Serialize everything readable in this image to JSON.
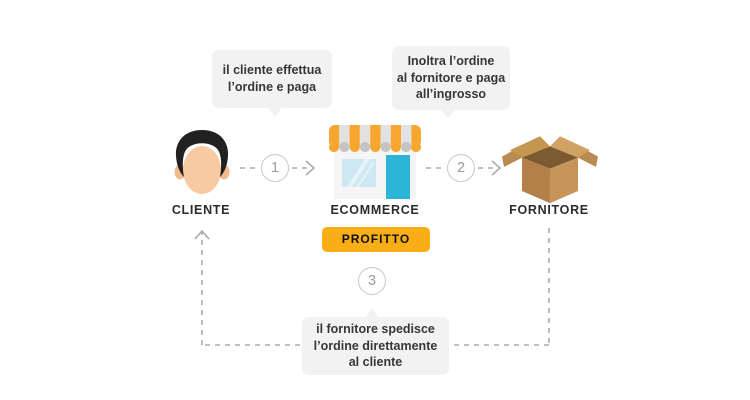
{
  "diagram": {
    "description": "dropshipping-flow-infographic",
    "nodes": [
      {
        "id": "cliente",
        "label": "CLIENTE",
        "icon": "person-face-icon"
      },
      {
        "id": "ecommerce",
        "label": "ECOMMERCE",
        "icon": "storefront-icon"
      },
      {
        "id": "fornitore",
        "label": "FORNITORE",
        "icon": "open-box-icon"
      }
    ],
    "steps": [
      {
        "number": "1",
        "from": "cliente",
        "to": "ecommerce"
      },
      {
        "number": "2",
        "from": "ecommerce",
        "to": "fornitore"
      },
      {
        "number": "3",
        "from": "fornitore",
        "to": "cliente"
      }
    ],
    "bubbles": [
      {
        "id": "bubble-step-1",
        "text": "il cliente effettua\nl’ordine e paga"
      },
      {
        "id": "bubble-step-2",
        "text": "Inoltra l’ordine\nal fornitore e paga\nall’ingrosso"
      },
      {
        "id": "bubble-step-3",
        "text": "il fornitore spedisce\nl’ordine direttamente\nal cliente"
      }
    ],
    "profit_label": "PROFITTO",
    "colors": {
      "profit_pill": "#f9ae17",
      "bubble_background": "#f2f2f2",
      "dashed_line": "#ababab",
      "step_circle_border": "#c6c6c6",
      "step_number": "#9c9c9c",
      "label_text": "#2b2b2b",
      "awning_orange": "#f7a72f",
      "door_teal": "#2cb5d7",
      "window_blue": "#cde8f2",
      "box_brown": "#b98b52",
      "skin": "#f9c9a1",
      "hair": "#212121"
    }
  }
}
